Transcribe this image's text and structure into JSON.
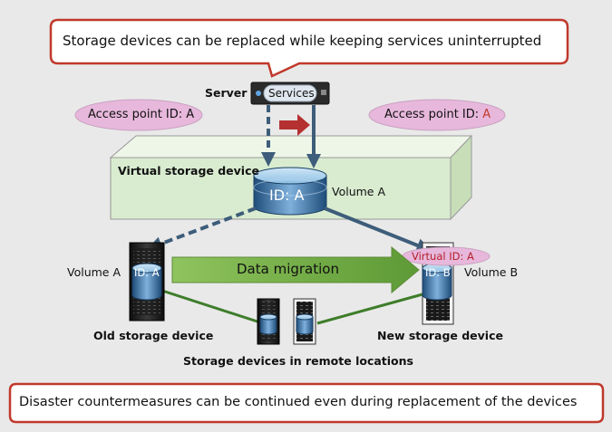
{
  "callouts": {
    "top": "Storage devices can be replaced while keeping services uninterrupted",
    "bottom": "Disaster countermeasures can be continued even during replacement of the devices"
  },
  "server": {
    "label": "Server",
    "services_label": "Services"
  },
  "access_points": {
    "left": "Access point ID: A",
    "right_prefix": "Access point ID: ",
    "right_id": "A"
  },
  "virtual_storage": {
    "label": "Virtual storage device",
    "volume_id": "ID: A",
    "volume_label": "Volume A"
  },
  "migration": {
    "label": "Data migration",
    "virtual_id": "Virtual ID: A"
  },
  "old_device": {
    "volume_label": "Volume A",
    "volume_id": "ID: A",
    "device_label": "Old storage device"
  },
  "new_device": {
    "volume_label": "Volume B",
    "volume_id": "ID: B",
    "device_label": "New storage device"
  },
  "remote": {
    "label": "Storage devices in remote locations"
  },
  "colors": {
    "callout_border": "#c0392b",
    "bubble_fill": "#e7b8dc",
    "accent_red": "#c0392b",
    "arrow_blue": "#3d5d7a",
    "green_link": "#3e7d2a",
    "migration_green": "#7cb342",
    "virtual_box": "#d9ecd0"
  }
}
